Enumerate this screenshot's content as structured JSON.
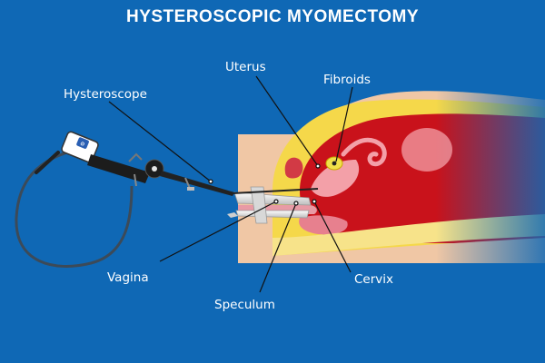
{
  "title": "HYSTEROSCOPIC MYOMECTOMY",
  "labels": {
    "hysteroscope": "Hysteroscope",
    "uterus": "Uterus",
    "fibroids": "Fibroids",
    "vagina": "Vagina",
    "speculum": "Speculum",
    "cervix": "Cervix"
  },
  "colors": {
    "background": "#0f68b5",
    "skin": "#f0c7a5",
    "uterus_wall": "#c9121b",
    "fat_layer": "#f5d84a",
    "fibroid": "#f0e04a",
    "instrument_dark": "#1c1c1c",
    "speculum_metal": "#e6e6e6",
    "leader_line": "#111111"
  },
  "icons": {
    "hysteroscope_eyepiece_badge": "hysteroscope-brand-badge-icon"
  }
}
